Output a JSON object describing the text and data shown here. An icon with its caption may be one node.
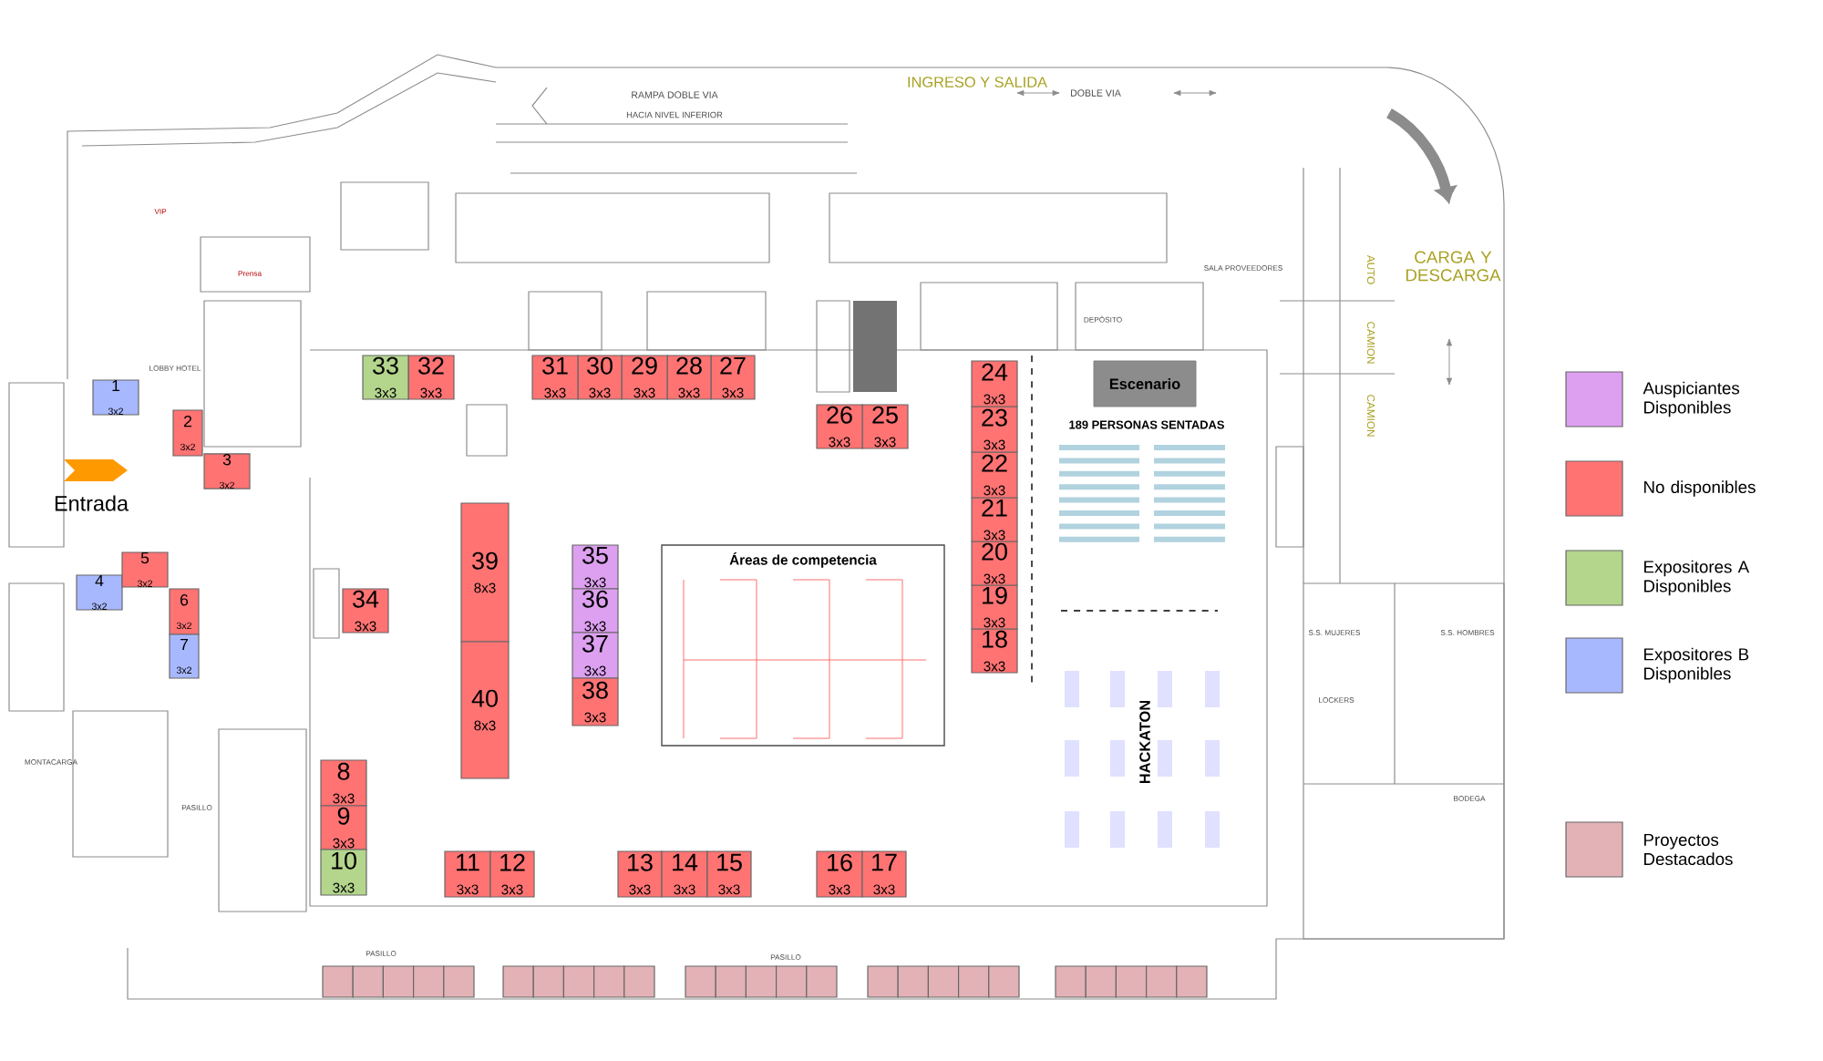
{
  "diagram": {
    "nodes": [
      {
        "text": [
          "1",
          "3x2"
        ]
      },
      {
        "text": [
          "2",
          "3x2"
        ]
      },
      {
        "text": [
          "3",
          "3x2"
        ]
      },
      {
        "text": [
          "4",
          "3x2"
        ]
      },
      {
        "text": [
          "5",
          "3x2"
        ]
      },
      {
        "text": [
          "6",
          "3x2"
        ]
      },
      {
        "text": [
          "7",
          "3x2"
        ]
      },
      {
        "text": [
          "8",
          "3x3"
        ]
      },
      {
        "text": [
          "9",
          "3x3"
        ]
      },
      {
        "text": [
          "10",
          "3x3"
        ]
      },
      {
        "text": [
          "11",
          "3x3"
        ]
      },
      {
        "text": [
          "12",
          "3x3"
        ]
      },
      {
        "text": [
          "13",
          "3x3"
        ]
      },
      {
        "text": [
          "14",
          "3x3"
        ]
      },
      {
        "text": [
          "15",
          "3x3"
        ]
      },
      {
        "text": [
          "16",
          "3x3"
        ]
      },
      {
        "text": [
          "17",
          "3x3"
        ]
      },
      {
        "text": [
          "18",
          "3x3"
        ]
      },
      {
        "text": [
          "19",
          "3x3"
        ]
      },
      {
        "text": [
          "20",
          "3x3"
        ]
      },
      {
        "text": [
          "21",
          "3x3"
        ]
      },
      {
        "text": [
          "22",
          "3x3"
        ]
      },
      {
        "text": [
          "23",
          "3x3"
        ]
      },
      {
        "text": [
          "24",
          "3x3"
        ]
      },
      {
        "text": [
          "25",
          "3x3"
        ]
      },
      {
        "text": [
          "26",
          "3x3"
        ]
      },
      {
        "text": [
          "27",
          "3x3"
        ]
      },
      {
        "text": [
          "28",
          "3x3"
        ]
      },
      {
        "text": [
          "29",
          "3x3"
        ]
      },
      {
        "text": [
          "30",
          "3x3"
        ]
      },
      {
        "text": [
          "31",
          "3x3"
        ]
      },
      {
        "text": [
          "32",
          "3x3"
        ]
      },
      {
        "text": [
          "33",
          "3x3"
        ]
      },
      {
        "text": [
          "34",
          "3x3"
        ]
      },
      {
        "text": [
          "35",
          "3x3"
        ]
      },
      {
        "text": [
          "36",
          "3x3"
        ]
      },
      {
        "text": [
          "37",
          "3x3"
        ]
      },
      {
        "text": [
          "38",
          "3x3"
        ]
      },
      {
        "text": [
          "39",
          "8x3"
        ]
      },
      {
        "text": [
          "40",
          "8x3"
        ]
      },
      {
        "text": [
          "Escenario"
        ]
      },
      {
        "text": [
          "Áreas de competencia"
        ]
      },
      {
        "text": [],
        "shape": "box"
      },
      {
        "text": [],
        "shape": "box"
      },
      {
        "text": [],
        "shape": "box"
      },
      {
        "text": [],
        "shape": "box"
      },
      {
        "text": [],
        "shape": "box"
      },
      {
        "text": [],
        "shape": "box"
      },
      {
        "text": [],
        "shape": "box"
      },
      {
        "text": [],
        "shape": "box"
      },
      {
        "text": [],
        "shape": "box"
      },
      {
        "text": [],
        "shape": "box"
      },
      {
        "text": [],
        "shape": "box"
      },
      {
        "text": [],
        "shape": "box"
      },
      {
        "text": [],
        "shape": "box"
      },
      {
        "text": [],
        "shape": "box"
      },
      {
        "text": [],
        "shape": "box"
      },
      {
        "text": [],
        "shape": "box"
      },
      {
        "text": [],
        "shape": "box"
      },
      {
        "text": [],
        "shape": "box"
      },
      {
        "text": [],
        "shape": "box"
      },
      {
        "text": [],
        "shape": "box"
      },
      {
        "text": [],
        "shape": "box"
      },
      {
        "text": [],
        "shape": "box"
      },
      {
        "text": [],
        "shape": "box"
      },
      {
        "text": [],
        "shape": "box"
      },
      {
        "text": [],
        "shape": "box"
      }
    ],
    "labels": [
      "RAMPA DOBLE VIA",
      "HACIA NIVEL INFERIOR",
      "INGRESO Y SALIDA",
      "DOBLE VIA",
      "VIP",
      "Prensa",
      "LOBBY HOTEL",
      "Entrada",
      "189 PERSONAS SENTADAS",
      "HACKATON",
      "CARGA Y DESCARGA",
      "AUTO",
      "CAMION",
      "CAMION",
      "PASILLO",
      "MONTACARGA",
      "DEPÓSITO",
      "SALA PROVEEDORES",
      "S.S. MUJERES",
      "S.S. HOMBRES",
      "LOCKERS",
      "BODEGA",
      "PASILLO",
      "PASILLO"
    ],
    "legend": [
      {
        "text": "Auspiciantes Disponibles",
        "color": "#dda0f0"
      },
      {
        "text": "No disponibles",
        "color": "#ff7373"
      },
      {
        "text": "Expositores A Disponibles",
        "color": "#b3d58c"
      },
      {
        "text": "Expositores B Disponibles",
        "color": "#a8b8ff"
      },
      {
        "text": "Proyectos Destacados",
        "color": "#e3b2b6"
      }
    ]
  }
}
